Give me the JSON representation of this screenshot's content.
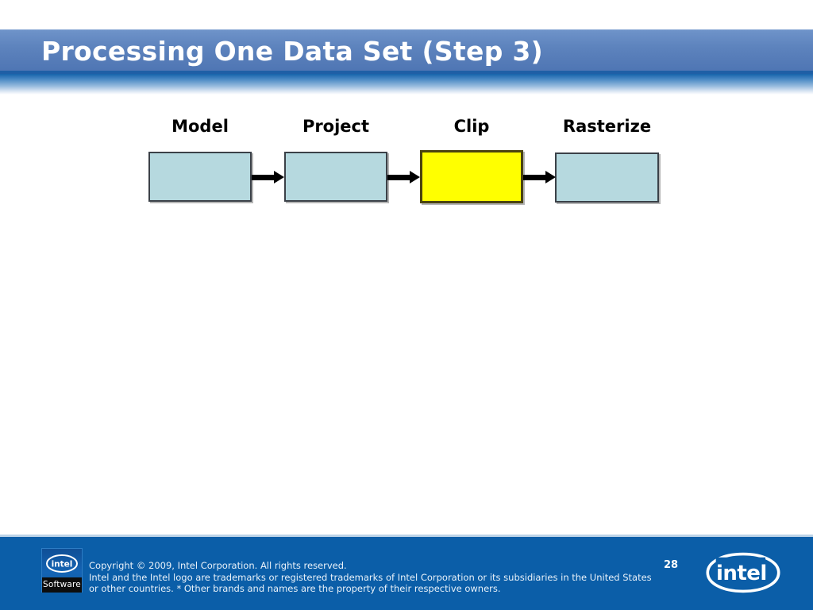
{
  "slide": {
    "title": "Processing One Data Set (Step 3)",
    "background_color": "#ffffff",
    "title_bar_color": "#5d83bd",
    "title_text_color": "#ffffff",
    "accent_rule_color": "#1f5fa6"
  },
  "diagram": {
    "type": "pipeline-flow",
    "stages": [
      {
        "label": "Model",
        "fill": "#b6d9df",
        "highlighted": false
      },
      {
        "label": "Project",
        "fill": "#b6d9df",
        "highlighted": false
      },
      {
        "label": "Clip",
        "fill": "#ffff00",
        "highlighted": true
      },
      {
        "label": "Rasterize",
        "fill": "#b6d9df",
        "highlighted": false
      }
    ],
    "arrow_count": 3,
    "arrow_color": "#000000"
  },
  "footer": {
    "background_color": "#0b5ea8",
    "software_logo_label": "Software",
    "software_logo_brand": "intel",
    "copyright_lines": [
      "Copyright © 2009, Intel Corporation. All rights reserved.",
      "Intel and the Intel logo are trademarks or registered trademarks of Intel Corporation or its subsidiaries in the United States",
      "or other countries. * Other brands and names are the property of their respective owners."
    ],
    "page_number": "28",
    "brand_logo_text": "intel"
  }
}
